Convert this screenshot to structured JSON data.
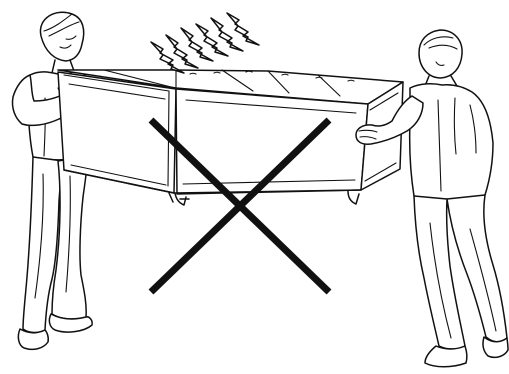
{
  "figure": {
    "meaning": "incorrect-lifting-method",
    "colors": {
      "background": "#ffffff",
      "ink": "#111111",
      "prohibition_mark": "#111111"
    },
    "icons": [
      "left-person",
      "right-person",
      "equipment-cabinet",
      "stress-lightning",
      "prohibition-x"
    ]
  }
}
